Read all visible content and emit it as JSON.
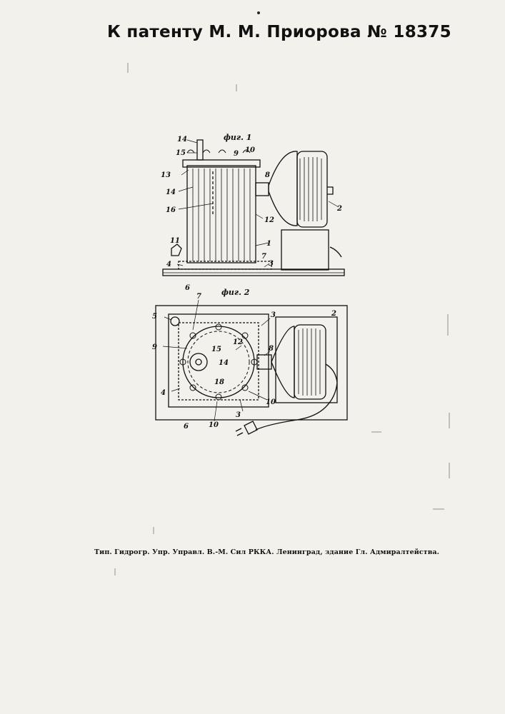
{
  "header": {
    "title": "К патенту М. М. Приорова № 18375"
  },
  "fig1": {
    "label": "фиг. 1",
    "labels": {
      "l14": "14",
      "l15": "15",
      "l9": "9",
      "l10": "10",
      "l13": "13",
      "l8": "8",
      "l14b": "14",
      "l16": "16",
      "l12": "12",
      "l2": "2",
      "l1": "1",
      "l11": "11",
      "l7": "7",
      "l4": "4",
      "l3": "3",
      "l6": "6"
    }
  },
  "fig2": {
    "label": "фиг. 2",
    "labels": {
      "l7": "7",
      "l3": "3",
      "l2": "2",
      "l5": "5",
      "l8": "8",
      "l9": "9",
      "l15": "15",
      "l12": "12",
      "l14": "14",
      "l18": "18",
      "l4": "4",
      "l10a": "10",
      "l3b": "3",
      "l6": "6",
      "l10b": "10"
    }
  },
  "footer": {
    "imprint": "Тип. Гидрогр. Упр. Управл. В.-М. Сил РККА. Ленинград, здание Гл. Адмиралтейства."
  }
}
